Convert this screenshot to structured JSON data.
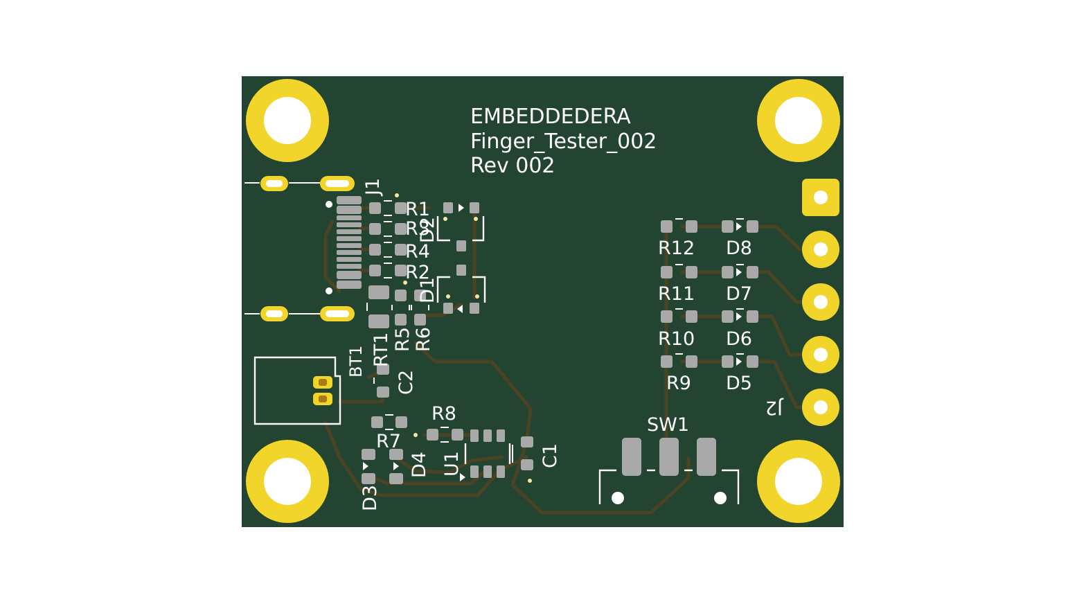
{
  "colors": {
    "board": "#234431",
    "gold": "#f2d52a",
    "pad": "#a9a9a9",
    "silkscreen": "#ffffff",
    "trace": "#4a4324",
    "background": "#ffffff"
  },
  "board": {
    "title_lines": [
      "EMBEDDEDERA",
      "Finger_Tester_002",
      "Rev 002"
    ]
  },
  "references": {
    "J1": "J1",
    "J2": "J2",
    "R1": "R1",
    "R2": "R2",
    "R3": "R3",
    "R4": "R4",
    "R5": "R5",
    "R6": "R6",
    "R7": "R7",
    "R8": "R8",
    "R9": "R9",
    "R10": "R10",
    "R11": "R11",
    "R12": "R12",
    "D1": "D1",
    "D2": "D2",
    "D3": "D3",
    "D4": "D4",
    "D5": "D5",
    "D6": "D6",
    "D7": "D7",
    "D8": "D8",
    "RT1": "RT1",
    "BT1": "BT1",
    "C1": "C1",
    "C2": "C2",
    "U1": "U1",
    "SW1": "SW1"
  }
}
